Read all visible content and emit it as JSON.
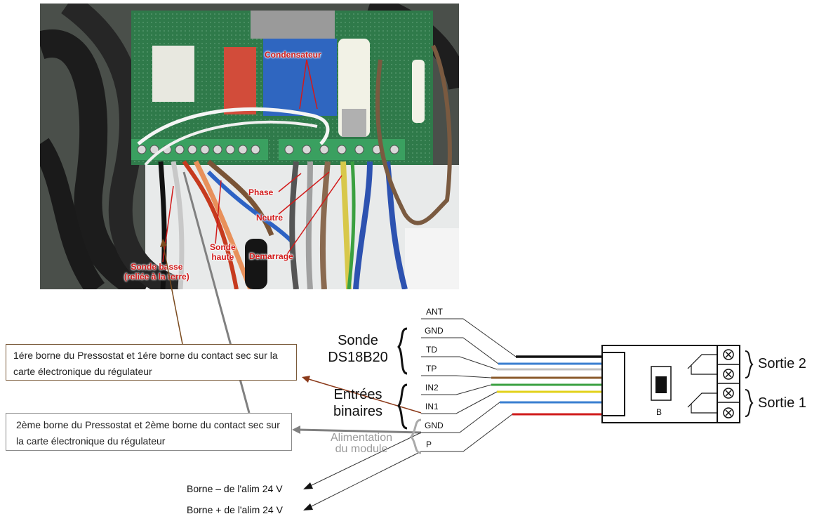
{
  "photo": {
    "labels": {
      "condensateur": "Condensateur",
      "phase": "Phase",
      "neutre": "Neutre",
      "sonde_haute": "Sonde\nhaute",
      "demarrage": "Demarrage",
      "sonde_basse": "Sonde basse\n(reliée à la terre)"
    }
  },
  "notes": {
    "first_terminals": "1ére borne du Pressostat et 1ére borne du contact sec sur la carte électronique du régulateur",
    "second_terminals": "2ème borne du Pressostat et 2ème borne du contact sec sur la carte électronique du régulateur"
  },
  "module": {
    "pins": [
      "ANT",
      "GND",
      "TD",
      "TP",
      "IN2",
      "IN1",
      "GND",
      "P"
    ],
    "groups": {
      "probe": "Sonde\nDS18B20",
      "binary_inputs": "Entrées\nbinaires",
      "power": "Alimentation\ndu module"
    },
    "switch_label": "B",
    "outputs": [
      "Sortie 2",
      "Sortie 1"
    ],
    "wire_colors": [
      "#111111",
      "#3a7fd0",
      "#c0c0c0",
      "#8a5a2b",
      "#3aa040",
      "#e2d21a",
      "#3a7fd0",
      "#d01a1a"
    ]
  },
  "power_supply": {
    "minus": "Borne – de l'alim 24 V",
    "plus": "Borne + de l'alim 24 V"
  }
}
